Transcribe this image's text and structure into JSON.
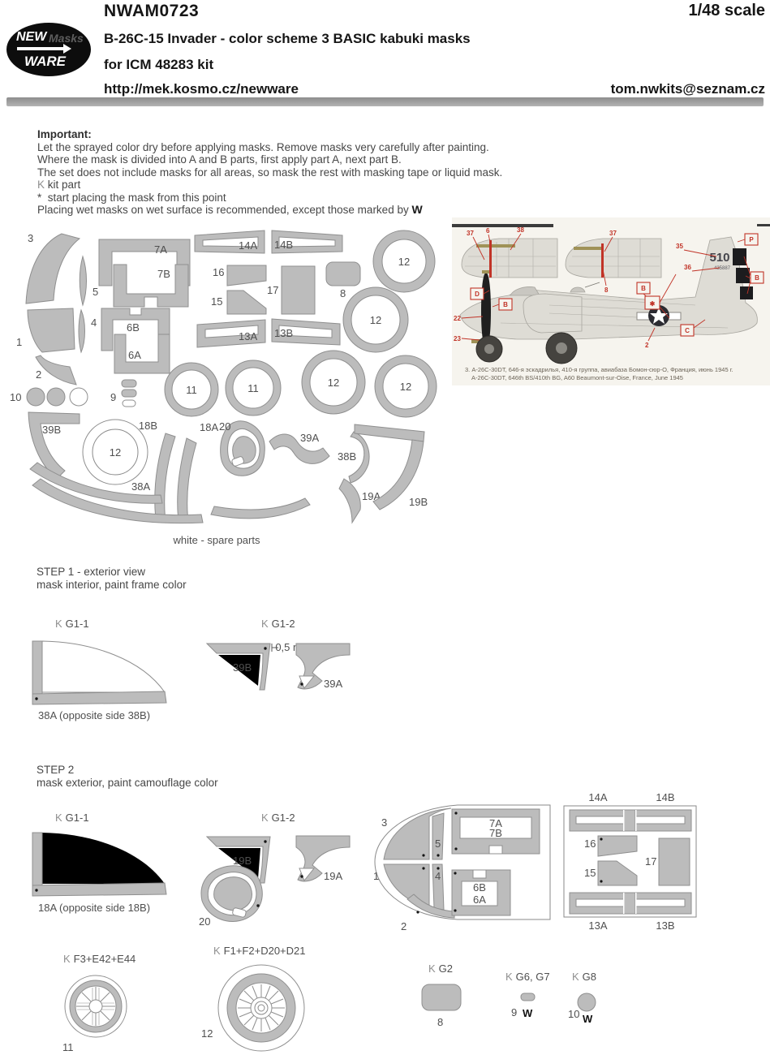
{
  "header": {
    "product_code": "NWAM0723",
    "scale": "1/48 scale",
    "title": "B-26C-15 Invader  - color scheme 3   BASIC kabuki masks",
    "subtitle": "for ICM 48283 kit",
    "url": "http://mek.kosmo.cz/newware",
    "email": "tom.nwkits@seznam.cz",
    "logo_new": "NEW",
    "logo_masks": "Masks",
    "logo_ware": "WARE"
  },
  "important": {
    "heading": "Important:",
    "line1": "Let the sprayed color dry before applying masks. Remove masks very carefully after painting.",
    "line2": "Where the mask is divided into A and B parts, first apply part A, next part B.",
    "line3": "The set does not include masks for all areas, so mask the rest with masking tape or liquid mask.",
    "k_symbol": "K",
    "k_text": "kit part",
    "star_symbol": "*",
    "star_text": "start placing the mask from this point",
    "wet_text": "Placing wet masks on wet surface is recommended, except those marked by",
    "wet_symbol": "W"
  },
  "labels": {
    "1": "1",
    "2": "2",
    "3": "3",
    "4": "4",
    "5": "5",
    "8": "8",
    "9": "9",
    "10": "10",
    "11": "11",
    "12": "12",
    "15": "15",
    "16": "16",
    "17": "17",
    "20": "20",
    "6A": "6A",
    "6B": "6B",
    "7A": "7A",
    "7B": "7B",
    "13A": "13A",
    "13B": "13B",
    "14A": "14A",
    "14B": "14B",
    "18A": "18A",
    "18B": "18B",
    "19A": "19A",
    "19B": "19B",
    "38A": "38A",
    "38B": "38B",
    "39A": "39A",
    "39B": "39B"
  },
  "sheet": {
    "caption": "white - spare parts"
  },
  "profile": {
    "tail_number": "510",
    "serial": "435887",
    "n37": "37",
    "n6": "6",
    "n38": "38",
    "n8": "8",
    "n22": "22",
    "n23": "23",
    "n35": "35",
    "n36": "36",
    "n2": "2",
    "box_d": "D",
    "box_b": "B",
    "box_c": "C",
    "box_p": "P",
    "box_star": "✱",
    "caption_ru": "3. А-26С-30DT, 646-я эскадрилья, 410-я группа, авиабаза Бомон-сюр-О, Франция, июнь 1945 г.",
    "caption_en": "A-26C-30DT, 646th BS/410th BG, A60 Beaumont-sur-Oise, France, June 1945"
  },
  "step1": {
    "title": "STEP 1 - exterior view",
    "subtitle": "mask interior, paint frame color",
    "k": "K",
    "g1_1": "G1-1",
    "g1_2": "G1-2",
    "label_38a": "38A (opposite side 38B)",
    "dimension": "0,5 mm"
  },
  "step2": {
    "title": "STEP 2",
    "subtitle": "mask exterior, paint camouflage color",
    "k": "K",
    "g1_1": "G1-1",
    "g1_2": "G1-2",
    "label_18a": "18A (opposite side 18B)"
  },
  "bottom": {
    "k": "K",
    "wheel11_part": "F3+E42+E44",
    "wheel11_num": "11",
    "wheel12_part": "F1+F2+D20+D21",
    "wheel12_num": "12",
    "g2_part": "G2",
    "g2_num": "8",
    "g67_part": "G6, G7",
    "g67_num": "9",
    "g8_part": "G8",
    "g8_num": "10",
    "w": "W"
  },
  "colors": {
    "mask_fill": "#bcbcbc",
    "mask_stroke": "#8f8f8f",
    "callout_red": "#c13327",
    "divider_gray": "#9b9b9b"
  }
}
